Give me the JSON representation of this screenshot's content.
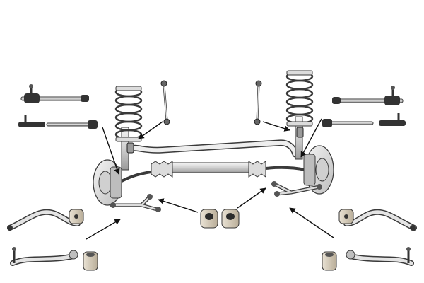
{
  "diagram": {
    "colors": {
      "outline": "#3a3a3a",
      "steel_light": "#e8e8e8",
      "steel_mid": "#c9c9c9",
      "steel_dark": "#8a8a8a",
      "rubber": "#2b2b2b",
      "bushing_tan": "#d8cfc0",
      "arrow": "#111111"
    },
    "parts": [
      "strut-spring-left",
      "strut-spring-right",
      "stabilizer-bar",
      "stabilizer-link-left",
      "stabilizer-link-right",
      "steering-rack",
      "brake-disc-left",
      "brake-disc-right",
      "tie-rod-end-left-upper",
      "tie-rod-end-left-lower",
      "tie-rod-end-right-upper",
      "tie-rod-end-right-lower",
      "control-arm-left-upper",
      "control-arm-left-lower",
      "control-arm-right-upper",
      "control-arm-right-lower",
      "bushing-center-left",
      "bushing-center-right",
      "bushing-left",
      "bushing-right"
    ]
  }
}
